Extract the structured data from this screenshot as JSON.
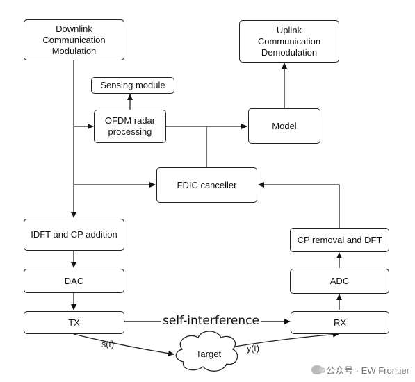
{
  "blocks": {
    "downlink": "Downlink\nCommunication\nModulation",
    "uplink": "Uplink\nCommunication\nDemodulation",
    "sensing": "Sensing module",
    "ofdm": "OFDM radar\nprocessing",
    "model": "Model",
    "fdic": "FDIC canceller",
    "idft": "IDFT and CP addition",
    "cp_removal": "CP removal and DFT",
    "dac": "DAC",
    "adc": "ADC",
    "tx": "TX",
    "rx": "RX",
    "target": "Target"
  },
  "labels": {
    "self_interference": "self-interference",
    "s_t": "s(t)",
    "y_t": "y(t)"
  },
  "watermark": "公众号 · EW Frontier"
}
